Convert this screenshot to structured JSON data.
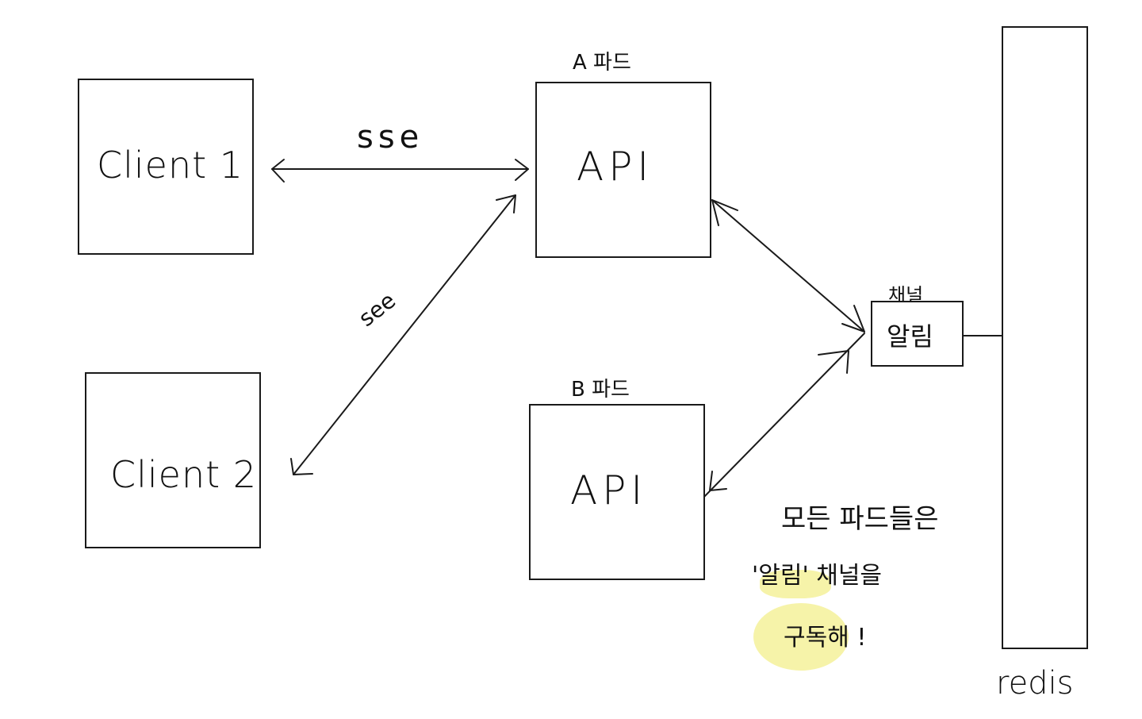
{
  "nodes": {
    "client1": {
      "label": "Client 1"
    },
    "client2": {
      "label": "Client 2"
    },
    "api_a": {
      "label": "API",
      "pod_label": "A 파드"
    },
    "api_b": {
      "label": "API",
      "pod_label": "B 파드"
    },
    "channel": {
      "label": "알림",
      "caption": "채널"
    },
    "redis": {
      "label": "redis"
    }
  },
  "edges": {
    "client1_api_a": {
      "label": "sse"
    },
    "client2_api_a": {
      "label": "see"
    }
  },
  "note": {
    "line1": "모든 파드들은",
    "line2": "'알림' 채널을",
    "line3": "구독해 !"
  },
  "colors": {
    "stroke": "#1a1a1a",
    "highlight": "#f4f19a"
  }
}
